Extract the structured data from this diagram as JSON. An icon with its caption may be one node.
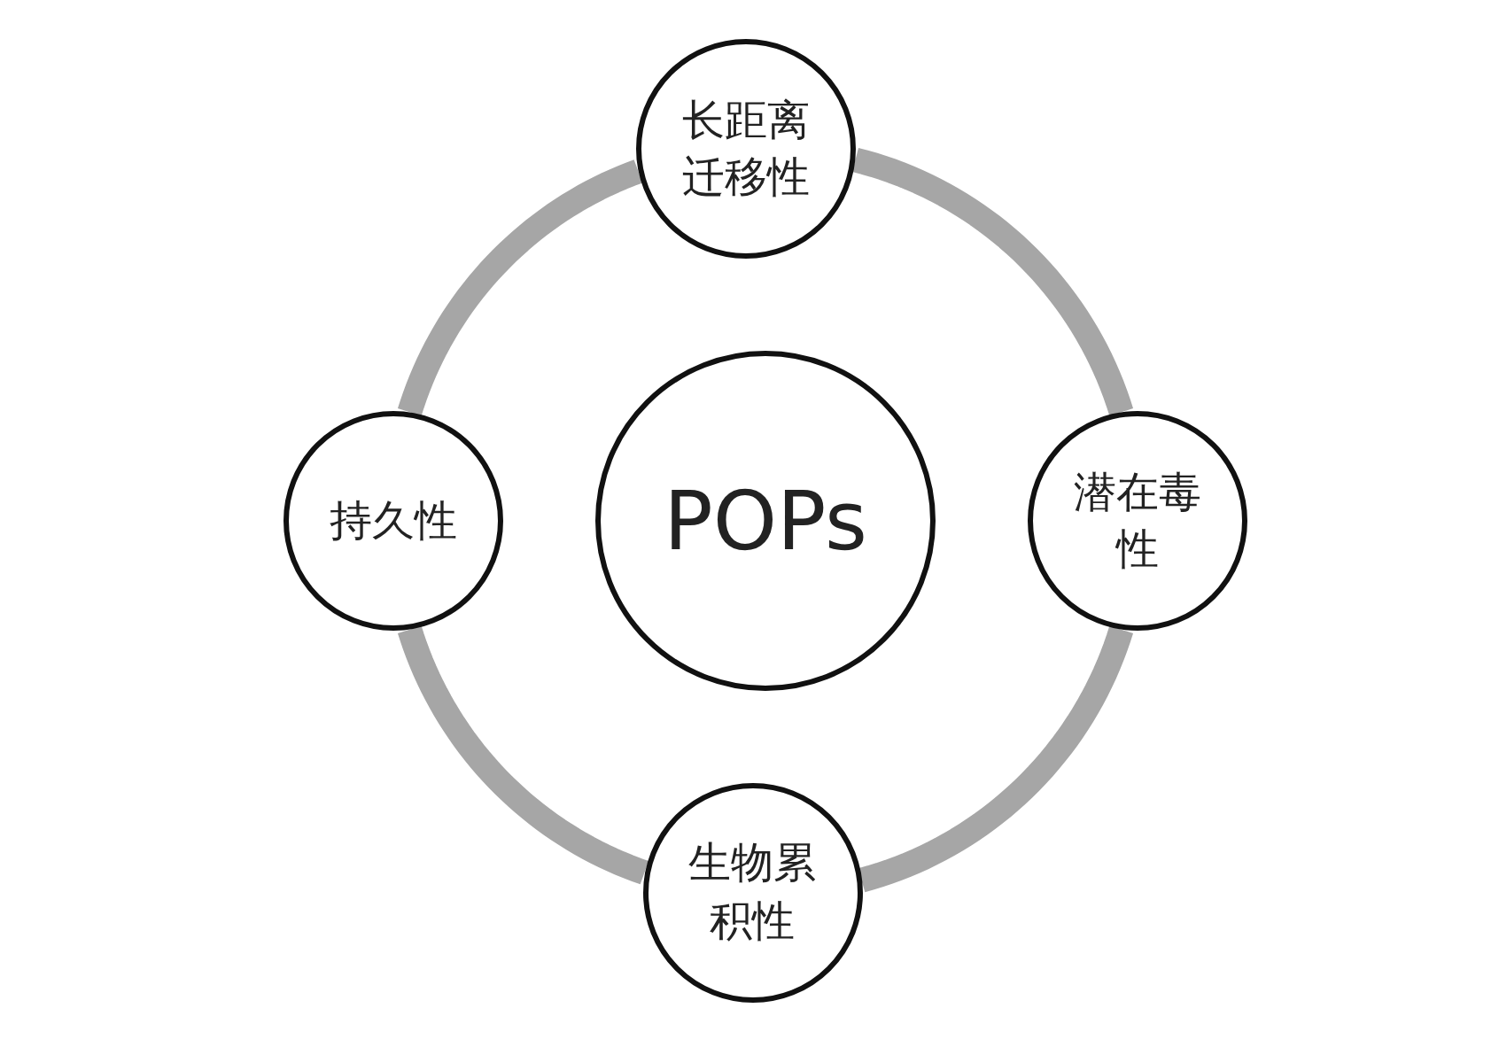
{
  "diagram": {
    "nodes": [
      {
        "text": [
          "长距离迁移性"
        ]
      },
      {
        "text": [
          "持久性"
        ]
      },
      {
        "text": [
          "POPs"
        ]
      },
      {
        "text": [
          "潜在毒性"
        ]
      },
      {
        "text": [
          "生物累积性"
        ]
      }
    ],
    "edges": [
      {
        "from": 0,
        "to": 3,
        "arrow": "none"
      },
      {
        "from": 3,
        "to": 4,
        "arrow": "none"
      },
      {
        "from": 4,
        "to": 1,
        "arrow": "none"
      },
      {
        "from": 1,
        "to": 0,
        "arrow": "none"
      }
    ]
  }
}
